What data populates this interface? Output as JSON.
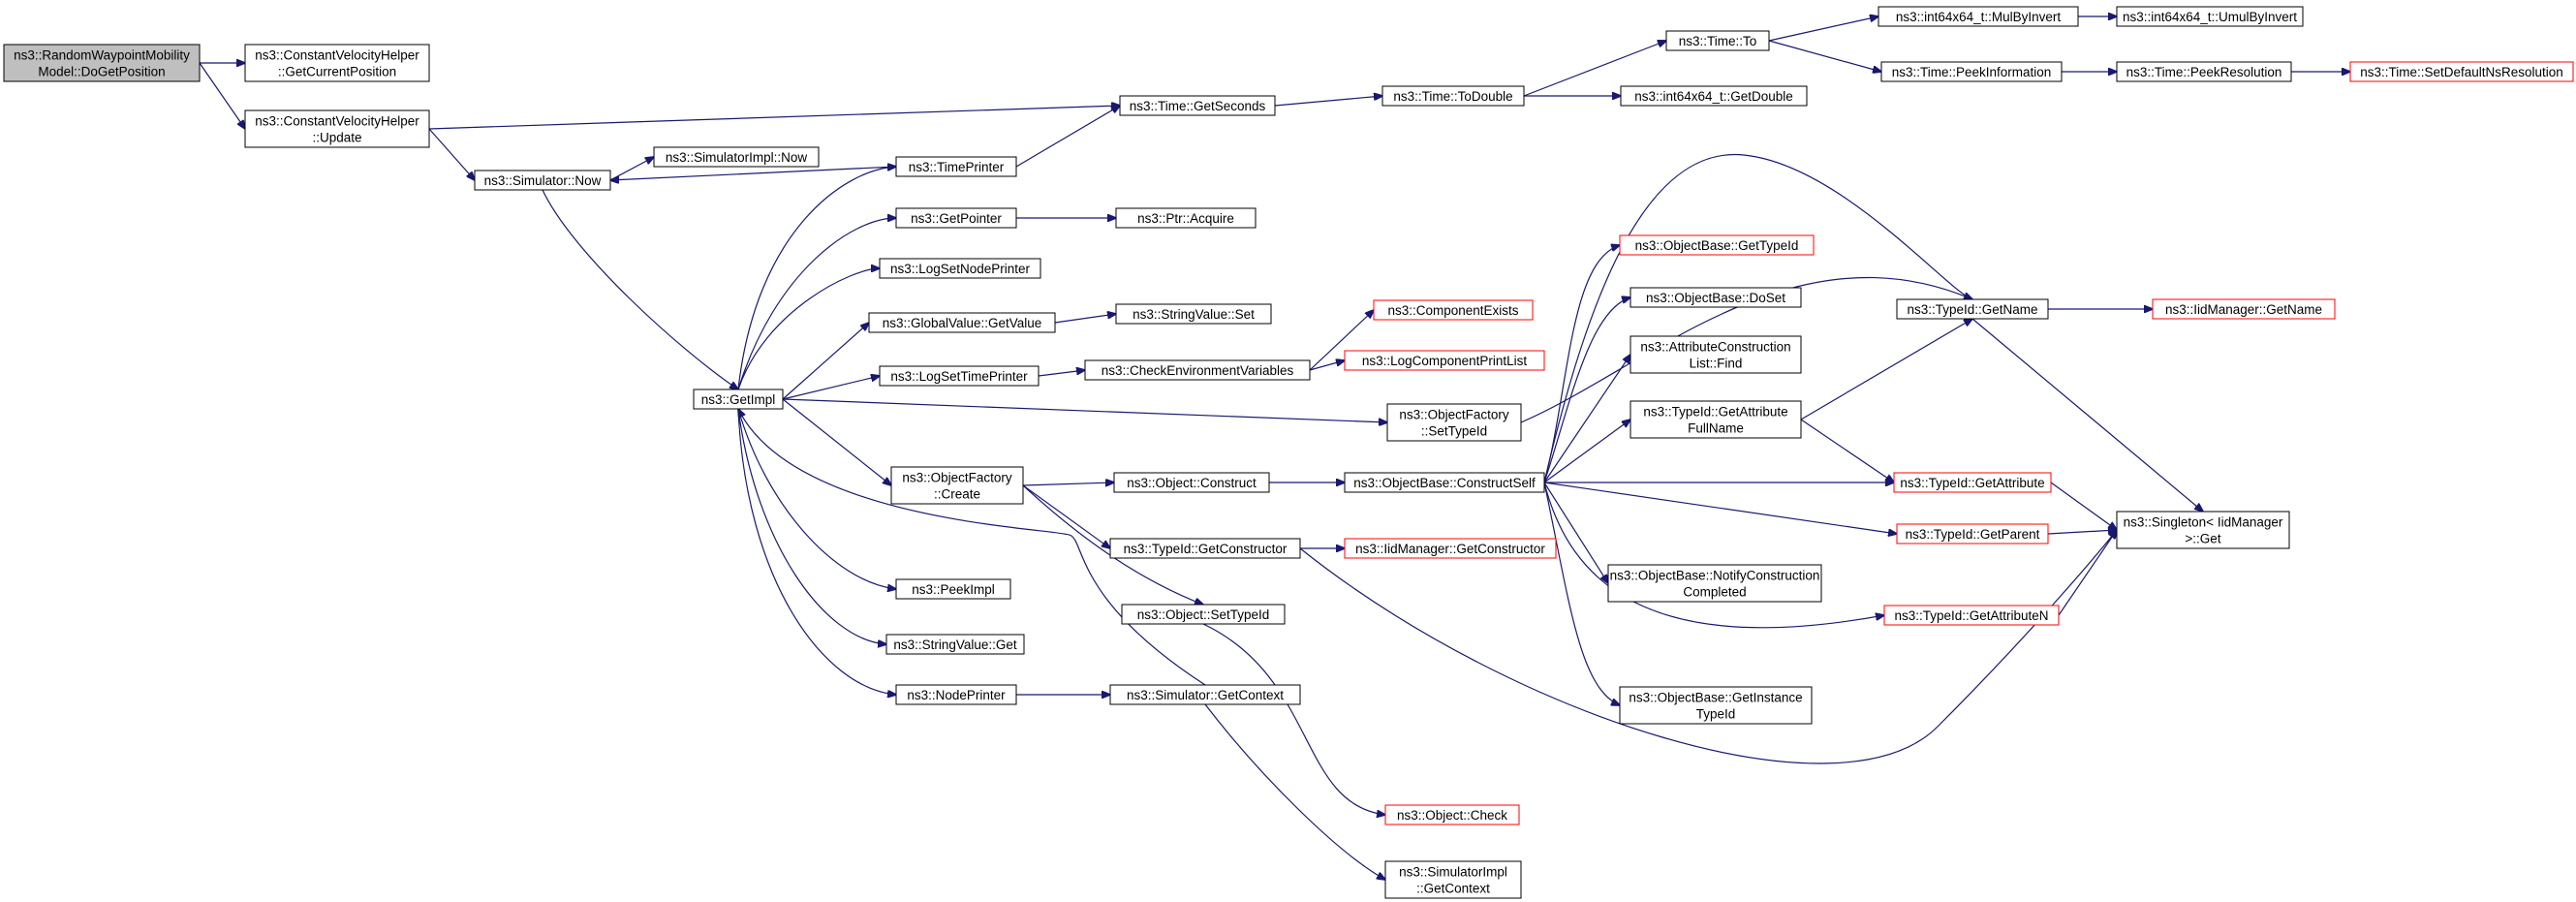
{
  "graph": {
    "nodes": [
      {
        "id": "root",
        "lines": [
          "ns3::RandomWaypointMobility",
          "Model::DoGetPosition"
        ],
        "kind": "root"
      },
      {
        "id": "cvh_getpos",
        "lines": [
          "ns3::ConstantVelocityHelper",
          "::GetCurrentPosition"
        ],
        "kind": "normal"
      },
      {
        "id": "cvh_update",
        "lines": [
          "ns3::ConstantVelocityHelper",
          "::Update"
        ],
        "kind": "normal"
      },
      {
        "id": "sim_now",
        "lines": [
          "ns3::Simulator::Now"
        ],
        "kind": "normal"
      },
      {
        "id": "simimpl_now",
        "lines": [
          "ns3::SimulatorImpl::Now"
        ],
        "kind": "normal"
      },
      {
        "id": "timeprinter",
        "lines": [
          "ns3::TimePrinter"
        ],
        "kind": "normal"
      },
      {
        "id": "getseconds",
        "lines": [
          "ns3::Time::GetSeconds"
        ],
        "kind": "normal"
      },
      {
        "id": "todouble",
        "lines": [
          "ns3::Time::ToDouble"
        ],
        "kind": "normal"
      },
      {
        "id": "timeto",
        "lines": [
          "ns3::Time::To"
        ],
        "kind": "normal"
      },
      {
        "id": "i64_getdouble",
        "lines": [
          "ns3::int64x64_t::GetDouble"
        ],
        "kind": "normal"
      },
      {
        "id": "mulbyinvert",
        "lines": [
          "ns3::int64x64_t::MulByInvert"
        ],
        "kind": "normal"
      },
      {
        "id": "umulbyinvert",
        "lines": [
          "ns3::int64x64_t::UmulByInvert"
        ],
        "kind": "normal"
      },
      {
        "id": "peekinfo",
        "lines": [
          "ns3::Time::PeekInformation"
        ],
        "kind": "normal"
      },
      {
        "id": "peekres",
        "lines": [
          "ns3::Time::PeekResolution"
        ],
        "kind": "normal"
      },
      {
        "id": "setdefaultns",
        "lines": [
          "ns3::Time::SetDefaultNsResolution"
        ],
        "kind": "truncated"
      },
      {
        "id": "getpointer",
        "lines": [
          "ns3::GetPointer"
        ],
        "kind": "normal"
      },
      {
        "id": "ptr_acquire",
        "lines": [
          "ns3::Ptr::Acquire"
        ],
        "kind": "normal"
      },
      {
        "id": "logsetnode",
        "lines": [
          "ns3::LogSetNodePrinter"
        ],
        "kind": "normal"
      },
      {
        "id": "gv_getvalue",
        "lines": [
          "ns3::GlobalValue::GetValue"
        ],
        "kind": "normal"
      },
      {
        "id": "sv_set",
        "lines": [
          "ns3::StringValue::Set"
        ],
        "kind": "normal"
      },
      {
        "id": "logsettime",
        "lines": [
          "ns3::LogSetTimePrinter"
        ],
        "kind": "normal"
      },
      {
        "id": "checkenv",
        "lines": [
          "ns3::CheckEnvironmentVariables"
        ],
        "kind": "normal"
      },
      {
        "id": "compexists",
        "lines": [
          "ns3::ComponentExists"
        ],
        "kind": "truncated"
      },
      {
        "id": "logcomplist",
        "lines": [
          "ns3::LogComponentPrintList"
        ],
        "kind": "truncated"
      },
      {
        "id": "getimpl",
        "lines": [
          "ns3::GetImpl"
        ],
        "kind": "normal"
      },
      {
        "id": "of_settypeid",
        "lines": [
          "ns3::ObjectFactory",
          "::SetTypeId"
        ],
        "kind": "normal"
      },
      {
        "id": "of_create",
        "lines": [
          "ns3::ObjectFactory",
          "::Create"
        ],
        "kind": "normal"
      },
      {
        "id": "obj_construct",
        "lines": [
          "ns3::Object::Construct"
        ],
        "kind": "normal"
      },
      {
        "id": "ob_constructself",
        "lines": [
          "ns3::ObjectBase::ConstructSelf"
        ],
        "kind": "normal"
      },
      {
        "id": "tid_getctor",
        "lines": [
          "ns3::TypeId::GetConstructor"
        ],
        "kind": "normal"
      },
      {
        "id": "iid_getctor",
        "lines": [
          "ns3::IidManager::GetConstructor"
        ],
        "kind": "truncated"
      },
      {
        "id": "obj_settypeid",
        "lines": [
          "ns3::Object::SetTypeId"
        ],
        "kind": "normal"
      },
      {
        "id": "peekimpl",
        "lines": [
          "ns3::PeekImpl"
        ],
        "kind": "normal"
      },
      {
        "id": "sv_get",
        "lines": [
          "ns3::StringValue::Get"
        ],
        "kind": "normal"
      },
      {
        "id": "nodeprinter",
        "lines": [
          "ns3::NodePrinter"
        ],
        "kind": "normal"
      },
      {
        "id": "sim_getcontext",
        "lines": [
          "ns3::Simulator::GetContext"
        ],
        "kind": "normal"
      },
      {
        "id": "obj_check",
        "lines": [
          "ns3::Object::Check"
        ],
        "kind": "truncated"
      },
      {
        "id": "simimpl_getcontext",
        "lines": [
          "ns3::SimulatorImpl",
          "::GetContext"
        ],
        "kind": "normal"
      },
      {
        "id": "ob_gettypeid",
        "lines": [
          "ns3::ObjectBase::GetTypeId"
        ],
        "kind": "truncated"
      },
      {
        "id": "ob_doset",
        "lines": [
          "ns3::ObjectBase::DoSet"
        ],
        "kind": "normal"
      },
      {
        "id": "acl_find",
        "lines": [
          "ns3::AttributeConstruction",
          "List::Find"
        ],
        "kind": "normal"
      },
      {
        "id": "tid_getattrfull",
        "lines": [
          "ns3::TypeId::GetAttribute",
          "FullName"
        ],
        "kind": "normal"
      },
      {
        "id": "ob_notify",
        "lines": [
          "ns3::ObjectBase::NotifyConstruction",
          "Completed"
        ],
        "kind": "normal"
      },
      {
        "id": "ob_getinstance",
        "lines": [
          "ns3::ObjectBase::GetInstance",
          "TypeId"
        ],
        "kind": "normal"
      },
      {
        "id": "tid_getname",
        "lines": [
          "ns3::TypeId::GetName"
        ],
        "kind": "normal"
      },
      {
        "id": "iid_getname",
        "lines": [
          "ns3::IidManager::GetName"
        ],
        "kind": "truncated"
      },
      {
        "id": "tid_getattr",
        "lines": [
          "ns3::TypeId::GetAttribute"
        ],
        "kind": "truncated"
      },
      {
        "id": "tid_getparent",
        "lines": [
          "ns3::TypeId::GetParent"
        ],
        "kind": "truncated"
      },
      {
        "id": "tid_getattrn",
        "lines": [
          "ns3::TypeId::GetAttributeN"
        ],
        "kind": "truncated"
      },
      {
        "id": "singleton_get",
        "lines": [
          "ns3::Singleton< IidManager",
          ">::Get"
        ],
        "kind": "normal"
      }
    ],
    "edges": [
      [
        "root",
        "cvh_getpos"
      ],
      [
        "root",
        "cvh_update"
      ],
      [
        "cvh_update",
        "getseconds"
      ],
      [
        "cvh_update",
        "sim_now"
      ],
      [
        "sim_now",
        "simimpl_now"
      ],
      [
        "sim_now",
        "getimpl"
      ],
      [
        "timeprinter",
        "sim_now"
      ],
      [
        "timeprinter",
        "getseconds"
      ],
      [
        "getseconds",
        "todouble"
      ],
      [
        "todouble",
        "timeto"
      ],
      [
        "todouble",
        "i64_getdouble"
      ],
      [
        "timeto",
        "mulbyinvert"
      ],
      [
        "timeto",
        "peekinfo"
      ],
      [
        "mulbyinvert",
        "umulbyinvert"
      ],
      [
        "peekinfo",
        "peekres"
      ],
      [
        "peekres",
        "setdefaultns"
      ],
      [
        "getimpl",
        "timeprinter"
      ],
      [
        "getimpl",
        "getpointer"
      ],
      [
        "getimpl",
        "logsetnode"
      ],
      [
        "getimpl",
        "gv_getvalue"
      ],
      [
        "getimpl",
        "logsettime"
      ],
      [
        "getimpl",
        "of_settypeid"
      ],
      [
        "getimpl",
        "of_create"
      ],
      [
        "getimpl",
        "peekimpl"
      ],
      [
        "getimpl",
        "sv_get"
      ],
      [
        "getimpl",
        "nodeprinter"
      ],
      [
        "getpointer",
        "ptr_acquire"
      ],
      [
        "gv_getvalue",
        "sv_set"
      ],
      [
        "logsettime",
        "checkenv"
      ],
      [
        "checkenv",
        "compexists"
      ],
      [
        "checkenv",
        "logcomplist"
      ],
      [
        "of_create",
        "obj_construct"
      ],
      [
        "of_create",
        "tid_getctor"
      ],
      [
        "of_create",
        "obj_settypeid"
      ],
      [
        "obj_construct",
        "ob_constructself"
      ],
      [
        "tid_getctor",
        "iid_getctor"
      ],
      [
        "tid_getctor",
        "singleton_get"
      ],
      [
        "obj_settypeid",
        "obj_check"
      ],
      [
        "nodeprinter",
        "sim_getcontext"
      ],
      [
        "sim_getcontext",
        "getimpl"
      ],
      [
        "sim_getcontext",
        "simimpl_getcontext"
      ],
      [
        "of_settypeid",
        "tid_getname"
      ],
      [
        "ob_constructself",
        "ob_gettypeid"
      ],
      [
        "ob_constructself",
        "tid_getname"
      ],
      [
        "ob_constructself",
        "ob_doset"
      ],
      [
        "ob_constructself",
        "acl_find"
      ],
      [
        "ob_constructself",
        "tid_getattrfull"
      ],
      [
        "ob_constructself",
        "tid_getattr"
      ],
      [
        "ob_constructself",
        "tid_getparent"
      ],
      [
        "ob_constructself",
        "ob_notify"
      ],
      [
        "ob_constructself",
        "tid_getattrn"
      ],
      [
        "ob_constructself",
        "ob_getinstance"
      ],
      [
        "tid_getattrfull",
        "tid_getname"
      ],
      [
        "tid_getattrfull",
        "tid_getattr"
      ],
      [
        "tid_getname",
        "iid_getname"
      ],
      [
        "tid_getname",
        "singleton_get"
      ],
      [
        "tid_getattr",
        "singleton_get"
      ],
      [
        "tid_getparent",
        "singleton_get"
      ],
      [
        "tid_getattrn",
        "singleton_get"
      ]
    ]
  },
  "colors": {
    "edge": "#191970",
    "box_border": "#000000",
    "truncated_border": "#ff0000",
    "root_fill": "#bfbfbf"
  }
}
